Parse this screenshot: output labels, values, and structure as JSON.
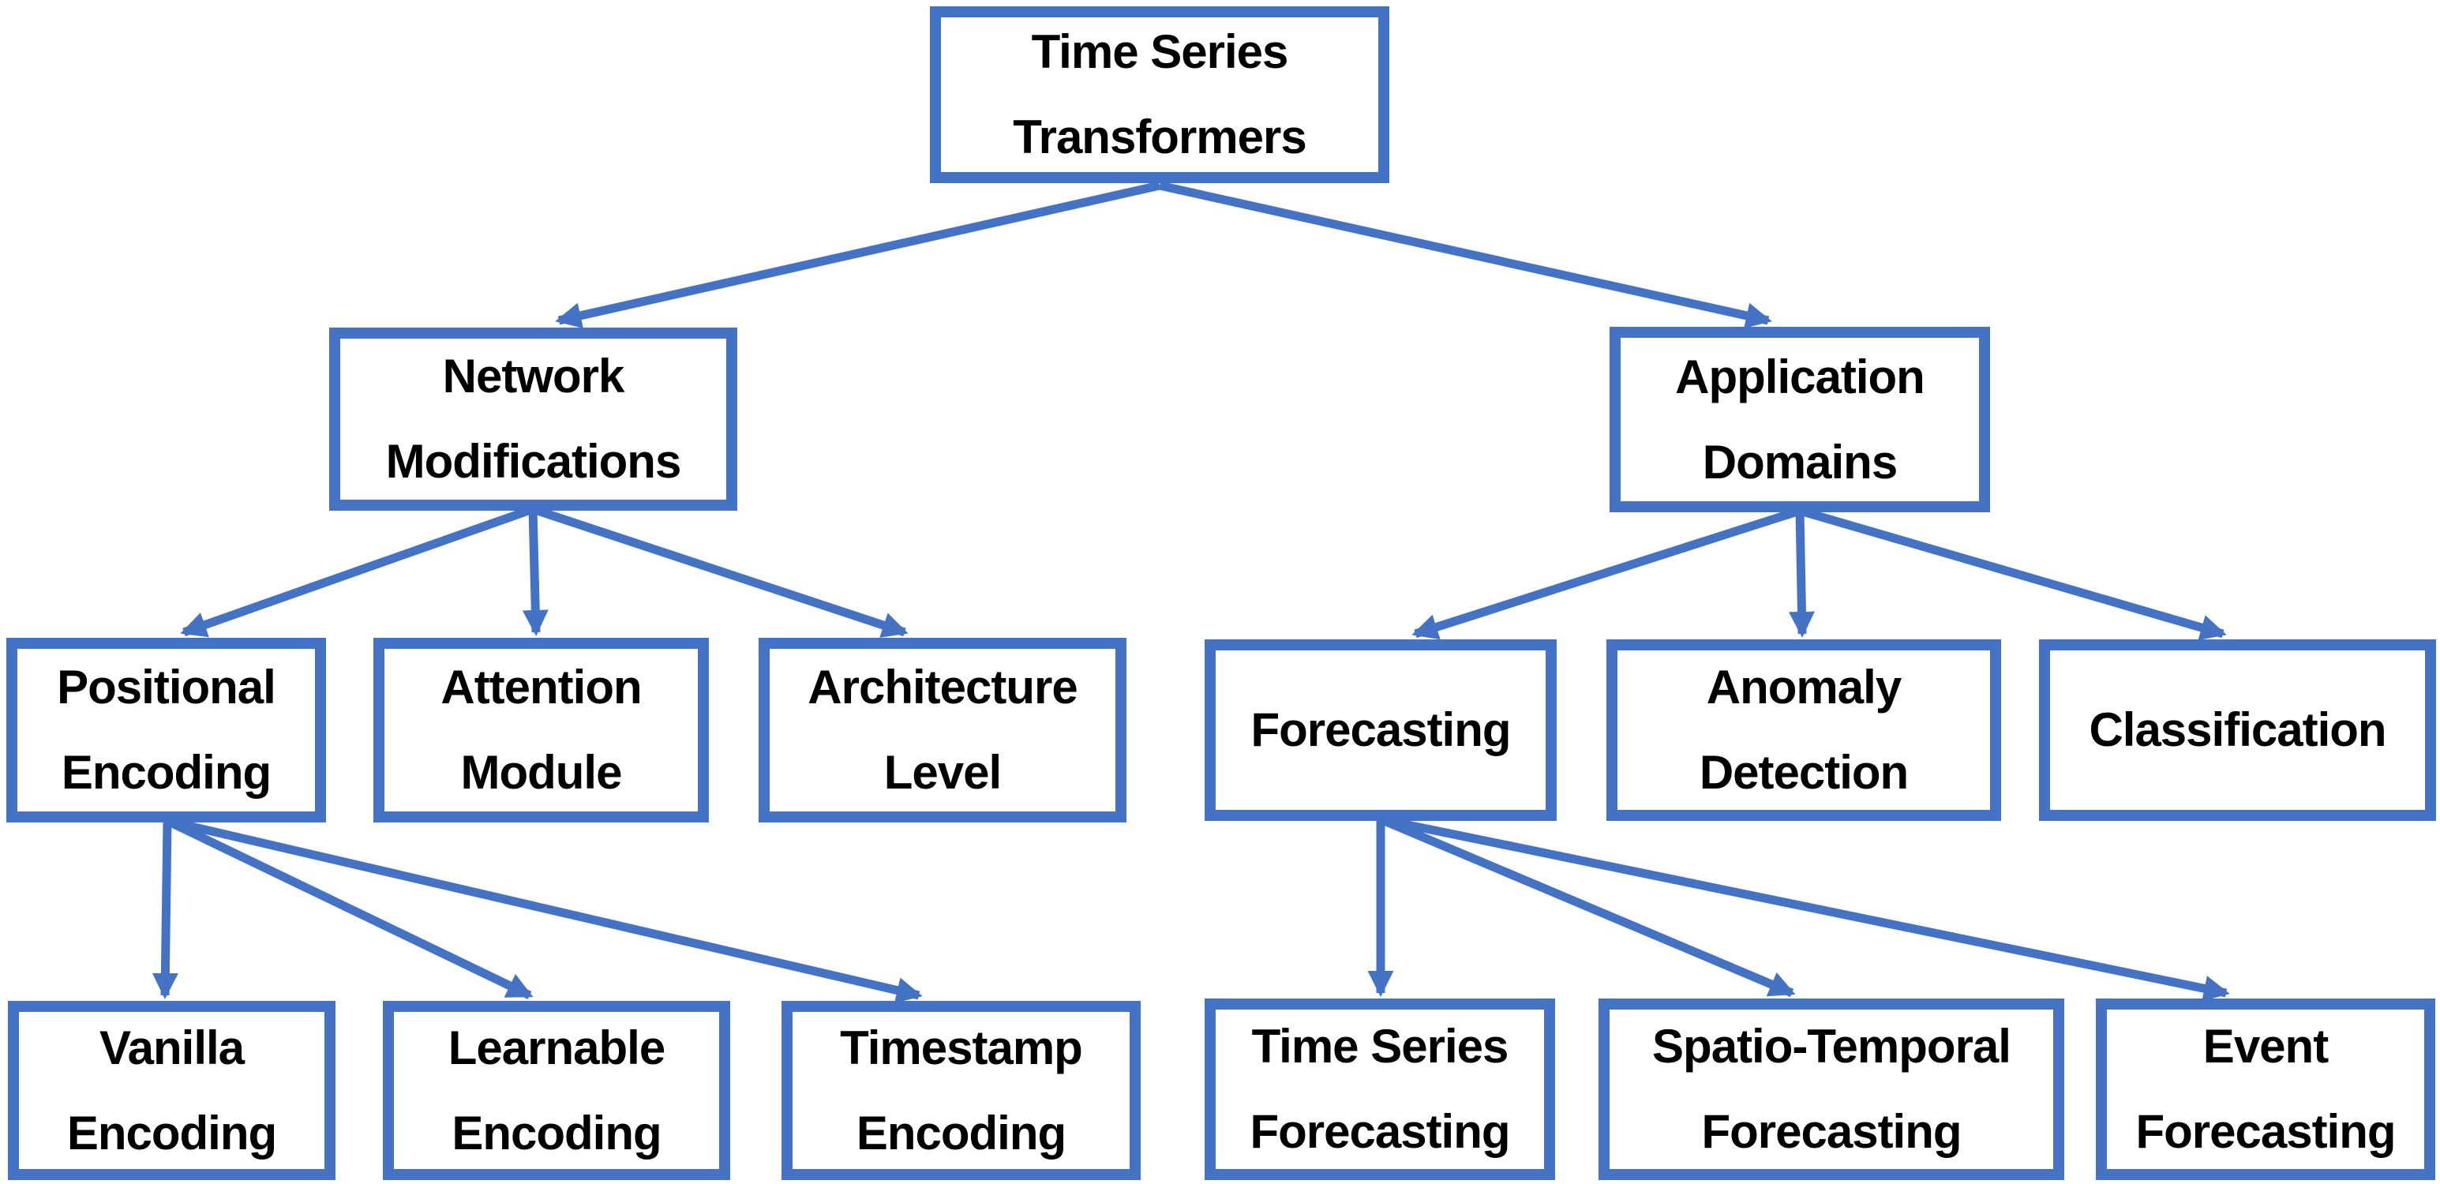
{
  "diagram": {
    "title": "Time Series Transformers taxonomy",
    "type": "tree",
    "colors": {
      "box_border": "#4472C4",
      "arrow": "#4472C4",
      "text": "#000000",
      "background": "#FFFFFF"
    },
    "nodes": {
      "root": {
        "label": "Time Series\nTransformers"
      },
      "nm": {
        "label": "Network\nModifications"
      },
      "ad": {
        "label": "Application\nDomains"
      },
      "pe": {
        "label": "Positional\nEncoding"
      },
      "am": {
        "label": "Attention\nModule"
      },
      "al": {
        "label": "Architecture\nLevel"
      },
      "fc": {
        "label": "Forecasting"
      },
      "an": {
        "label": "Anomaly\nDetection"
      },
      "cl": {
        "label": "Classification"
      },
      "ve": {
        "label": "Vanilla\nEncoding"
      },
      "le": {
        "label": "Learnable\nEncoding"
      },
      "te": {
        "label": "Timestamp\nEncoding"
      },
      "tsf": {
        "label": "Time Series\nForecasting"
      },
      "stf": {
        "label": "Spatio-Temporal\nForecasting"
      },
      "ef": {
        "label": "Event\nForecasting"
      }
    },
    "edges": [
      {
        "from": "Time Series Transformers",
        "to": "Network Modifications"
      },
      {
        "from": "Time Series Transformers",
        "to": "Application Domains"
      },
      {
        "from": "Network Modifications",
        "to": "Positional Encoding"
      },
      {
        "from": "Network Modifications",
        "to": "Attention Module"
      },
      {
        "from": "Network Modifications",
        "to": "Architecture Level"
      },
      {
        "from": "Application Domains",
        "to": "Forecasting"
      },
      {
        "from": "Application Domains",
        "to": "Anomaly Detection"
      },
      {
        "from": "Application Domains",
        "to": "Classification"
      },
      {
        "from": "Positional Encoding",
        "to": "Vanilla Encoding"
      },
      {
        "from": "Positional Encoding",
        "to": "Learnable Encoding"
      },
      {
        "from": "Positional Encoding",
        "to": "Timestamp Encoding"
      },
      {
        "from": "Forecasting",
        "to": "Time Series Forecasting"
      },
      {
        "from": "Forecasting",
        "to": "Spatio-Temporal Forecasting"
      },
      {
        "from": "Forecasting",
        "to": "Event Forecasting"
      }
    ]
  }
}
